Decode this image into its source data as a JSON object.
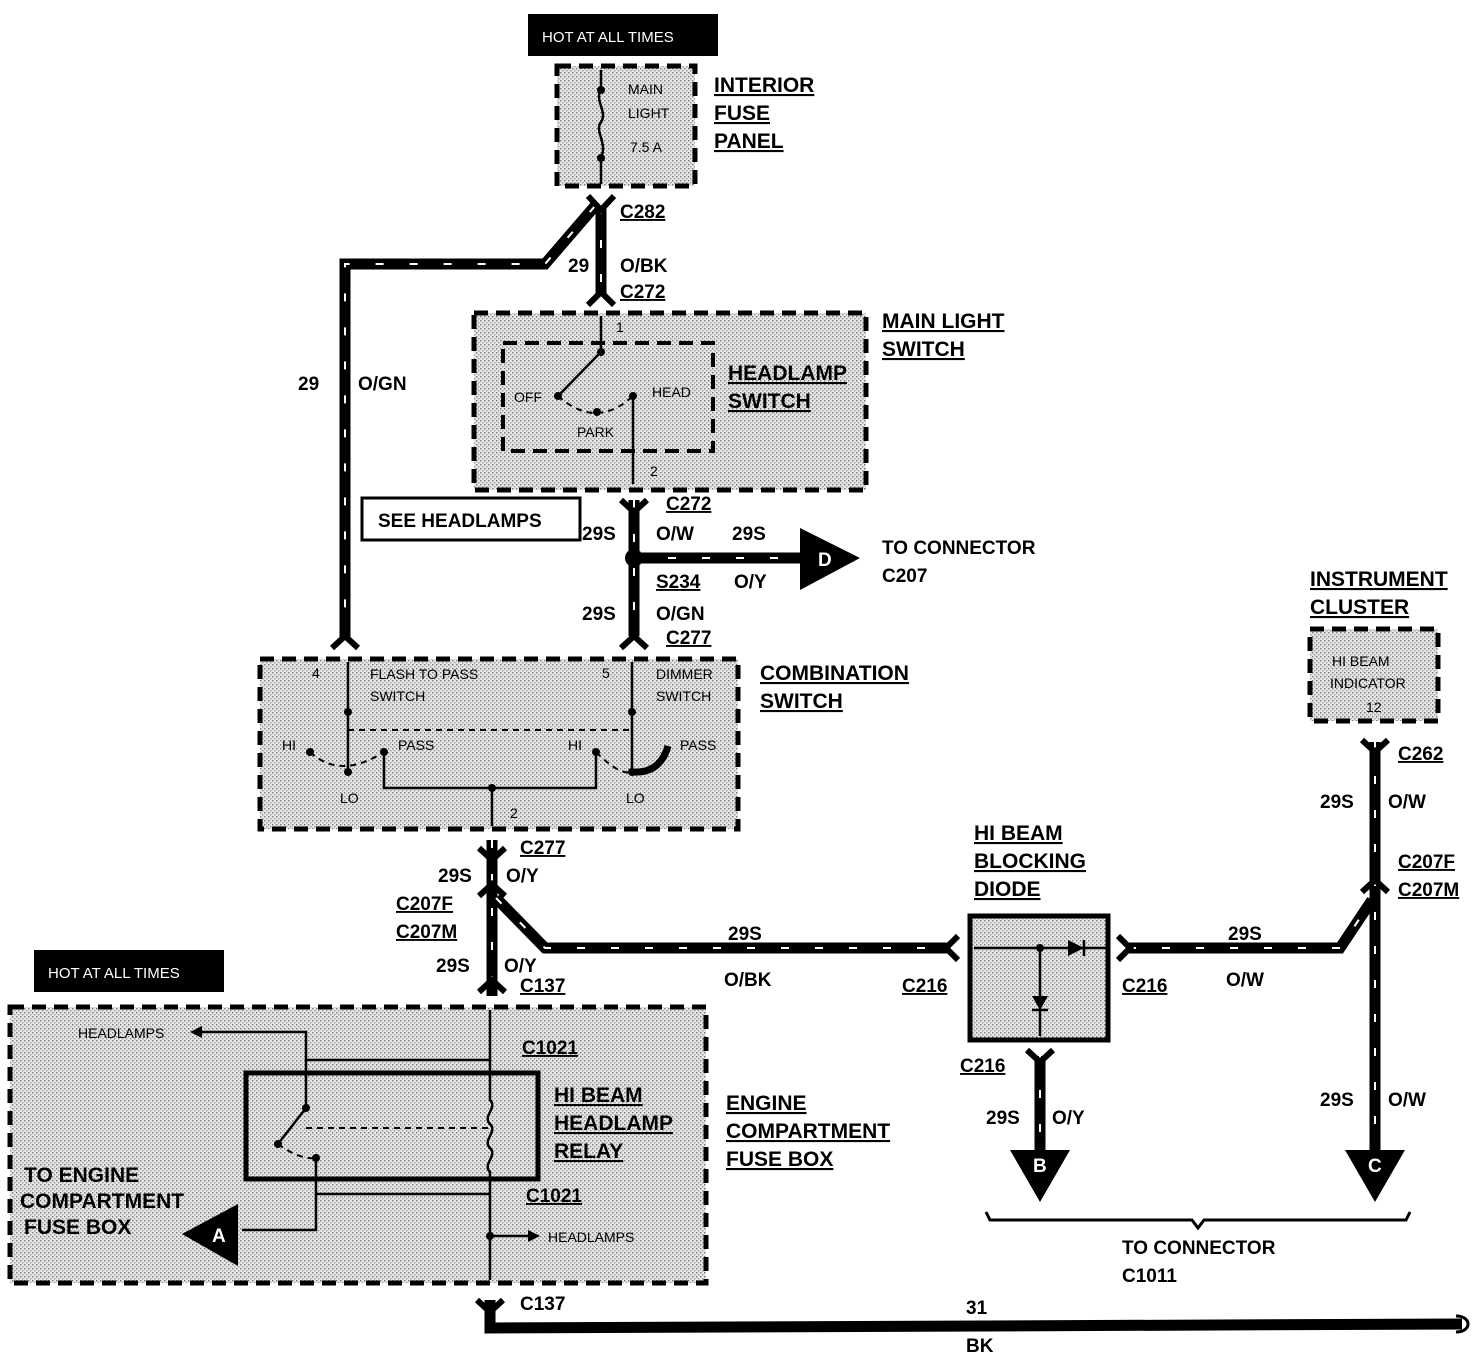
{
  "banners": {
    "top": "HOT AT ALL TIMES",
    "left": "HOT AT ALL TIMES"
  },
  "interior_fuse_panel": {
    "title": [
      "INTERIOR",
      "FUSE",
      "PANEL"
    ],
    "fuse": [
      "MAIN",
      "LIGHT",
      "7.5 A"
    ]
  },
  "main_light_switch": {
    "title": [
      "MAIN LIGHT",
      "SWITCH"
    ],
    "sub_title": [
      "HEADLAMP",
      "SWITCH"
    ],
    "positions": {
      "off": "OFF",
      "park": "PARK",
      "head": "HEAD"
    },
    "pins": {
      "in": "1",
      "out": "2"
    }
  },
  "see_headlamps": "SEE HEADLAMPS",
  "connectors": {
    "c282": "C282",
    "c272_top": "C272",
    "c272_bottom": "C272",
    "s234": "S234",
    "c277_top": "C277",
    "c277_bottom": "C277",
    "c207f_left": "C207F",
    "c207m_left": "C207M",
    "c137_top": "C137",
    "c137_bottom": "C137",
    "c1021_top": "C1021",
    "c1021_bottom": "C1021",
    "c216_left": "C216",
    "c216_right": "C216",
    "c216_bottom": "C216",
    "c262": "C262",
    "c207f_right": "C207F",
    "c207m_right": "C207M"
  },
  "wires": {
    "w29_top": {
      "num": "29",
      "color": "O/BK"
    },
    "w29_left": {
      "num": "29",
      "color": "O/GN"
    },
    "w29s_a": {
      "num": "29S",
      "color": "O/W"
    },
    "w29s_d": {
      "num": "29S",
      "color": "O/Y"
    },
    "w29s_b": {
      "num": "29S",
      "color": "O/GN"
    },
    "w29s_c": {
      "num": "29S",
      "color": "O/Y"
    },
    "w29s_e": {
      "num": "29S",
      "color": "O/Y"
    },
    "w29s_h": {
      "num": "29S",
      "color": "O/BK"
    },
    "w29s_diode_out": {
      "num": "29S",
      "color": "O/W"
    },
    "w29s_cluster": {
      "num": "29S",
      "color": "O/W"
    },
    "w29s_b_out": {
      "num": "29S",
      "color": "O/Y"
    },
    "w29s_c_out": {
      "num": "29S",
      "color": "O/W"
    },
    "w31": {
      "num": "31",
      "color": "BK"
    }
  },
  "to_connector_c207": [
    "TO CONNECTOR",
    "C207"
  ],
  "to_connector_c1011": [
    "TO CONNECTOR",
    "C1011"
  ],
  "arrows": {
    "d": "D",
    "b": "B",
    "c": "C",
    "a": "A"
  },
  "combination_switch": {
    "title": [
      "COMBINATION",
      "SWITCH"
    ],
    "flash": [
      "FLASH TO PASS",
      "SWITCH"
    ],
    "dimmer": [
      "DIMMER",
      "SWITCH"
    ],
    "pins": {
      "p4": "4",
      "p5": "5",
      "p2": "2"
    },
    "hi_left": "HI",
    "pass_left": "PASS",
    "lo_left": "LO",
    "hi_right": "HI",
    "pass_right": "PASS",
    "lo_right": "LO"
  },
  "instrument_cluster": {
    "title": [
      "INSTRUMENT",
      "CLUSTER"
    ],
    "indicator": [
      "HI  BEAM",
      "INDICATOR",
      "12"
    ]
  },
  "hi_beam_blocking_diode": {
    "title": [
      "HI BEAM",
      "BLOCKING",
      "DIODE"
    ]
  },
  "engine_compartment_fuse_box": {
    "title": [
      "ENGINE",
      "COMPARTMENT",
      "FUSE BOX"
    ],
    "relay": [
      "HI BEAM",
      "HEADLAMP",
      "RELAY"
    ],
    "headlamps_top": "HEADLAMPS",
    "headlamps_bottom": "HEADLAMPS",
    "to_engine": [
      "TO ENGINE",
      "COMPARTMENT",
      "FUSE BOX"
    ]
  }
}
